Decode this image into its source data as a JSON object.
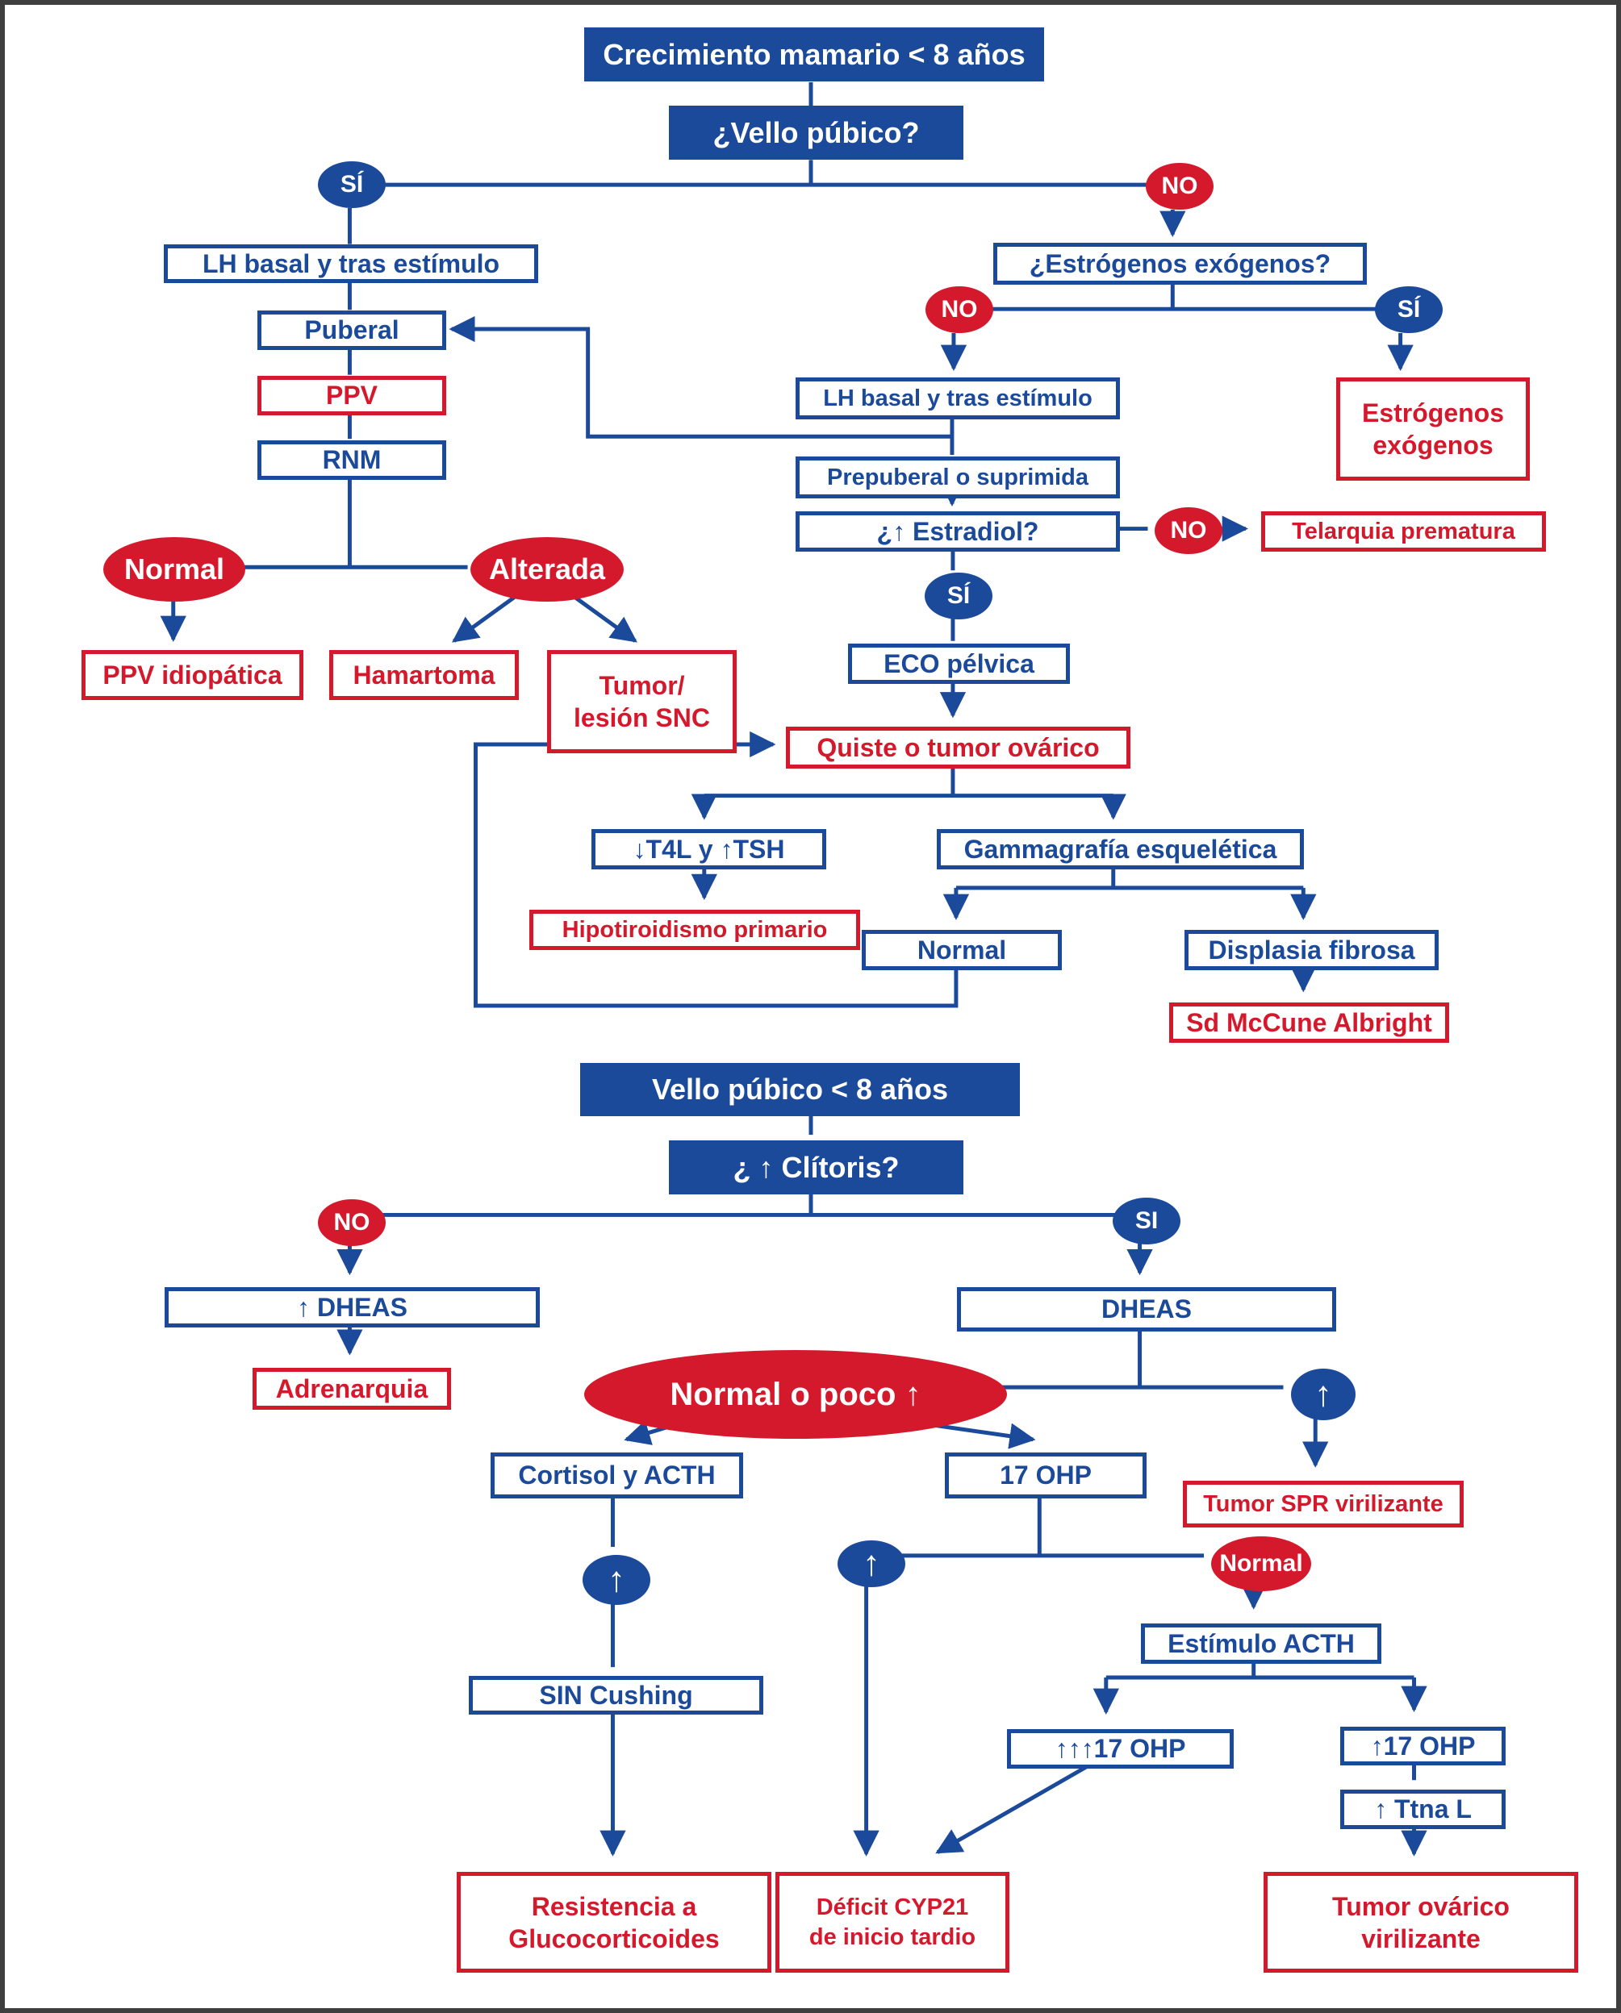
{
  "colors": {
    "blue": "#1b4a9b",
    "red": "#d5192c",
    "frame": "#3f3f3f",
    "background": "#ffffff"
  },
  "nodes": {
    "header1": "Crecimiento mamario < 8 años",
    "q_vello": "¿Vello púbico?",
    "si1": "SÍ",
    "no1": "NO",
    "lh1": "LH basal y tras estímulo",
    "puberal": "Puberal",
    "ppv": "PPV",
    "rnm": "RNM",
    "normal1": "Normal",
    "alterada": "Alterada",
    "ppv_idiopatica": "PPV idiopática",
    "hamartoma": "Hamartoma",
    "tumor_snc": [
      "Tumor/",
      "lesión SNC"
    ],
    "q_estrogenos": "¿Estrógenos exógenos?",
    "no2": "NO",
    "si2": "SÍ",
    "lh2": "LH basal y tras estímulo",
    "prepuberal": "Prepuberal o suprimida",
    "estrogenos_exogenos": [
      "Estrógenos",
      "exógenos"
    ],
    "q_estradiol": "¿↑ Estradiol?",
    "no3": "NO",
    "telarquia": "Telarquia prematura",
    "si3": "SÍ",
    "eco": "ECO pélvica",
    "quiste": "Quiste o tumor ovárico",
    "t4l_tsh": "↓T4L y ↑TSH",
    "hipotiroidismo": "Hipotiroidismo primario",
    "gammagrafia": "Gammagrafía esquelética",
    "normal2": "Normal",
    "displasia": "Displasia fibrosa",
    "mccune": "Sd McCune Albright",
    "header2": "Vello púbico < 8 años",
    "q_clitoris": "¿ ↑ Clítoris?",
    "no4": "NO",
    "si4": "SI",
    "dheas_up": "↑ DHEAS",
    "dheas": "DHEAS",
    "adrenarquia": "Adrenarquia",
    "normal_poco": "Normal o poco ↑",
    "up1": "↑",
    "up2": "↑",
    "up3": "↑",
    "tumor_spr": "Tumor SPR virilizante",
    "cortisol": "Cortisol y ACTH",
    "ohp17": "17 OHP",
    "normal3": "Normal",
    "estimulo_acth": "Estímulo ACTH",
    "sin_cushing": "SIN Cushing",
    "ohp17_3up": "↑↑↑17 OHP",
    "ohp17_1up": "↑17 OHP",
    "ttna": "↑ Ttna L",
    "resistencia": [
      "Resistencia a",
      "Glucocorticoides"
    ],
    "deficit_cyp21": [
      "Déficit CYP21",
      "de inicio tardio"
    ],
    "tumor_ovarico": [
      "Tumor ovárico",
      "virilizante"
    ]
  }
}
